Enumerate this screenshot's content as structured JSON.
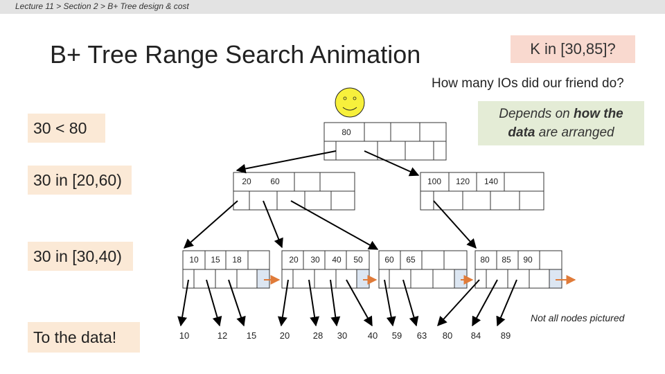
{
  "breadcrumb": "Lecture 11 > Section 2 > B+ Tree design & cost",
  "title": "B+ Tree Range Search Animation",
  "query": "K in [30,85]?",
  "question": "How many IOs did our friend do?",
  "answer": {
    "line1_pre": "Depends on ",
    "line1_bold": "how the",
    "line2_bold": "data",
    "line2_post": " are arranged"
  },
  "steps": [
    "30 < 80",
    "30 in [20,60)",
    "30 in [30,40)",
    "To the data!"
  ],
  "footnote": "Not all nodes pictured",
  "tree": {
    "root_keys": [
      "80"
    ],
    "inner_left_keys": [
      "20",
      "60"
    ],
    "inner_right_keys": [
      "100",
      "120",
      "140"
    ],
    "leaf_1_keys": [
      "10",
      "15",
      "18"
    ],
    "leaf_2_keys": [
      "20",
      "30",
      "40",
      "50"
    ],
    "leaf_3_keys": [
      "60",
      "65"
    ],
    "leaf_4_keys": [
      "80",
      "85",
      "90"
    ],
    "data_values": [
      "10",
      "12",
      "15",
      "20",
      "28",
      "30",
      "40",
      "59",
      "63",
      "80",
      "84",
      "89"
    ]
  },
  "colors": {
    "smiley": "#f7f03c",
    "leaf_pointer": "#dce6f2",
    "sibling_arrow": "#e07b39",
    "query_box": "#f9d9cf",
    "answer_box": "#e4ecd6",
    "step_box": "#fbe9d6"
  }
}
